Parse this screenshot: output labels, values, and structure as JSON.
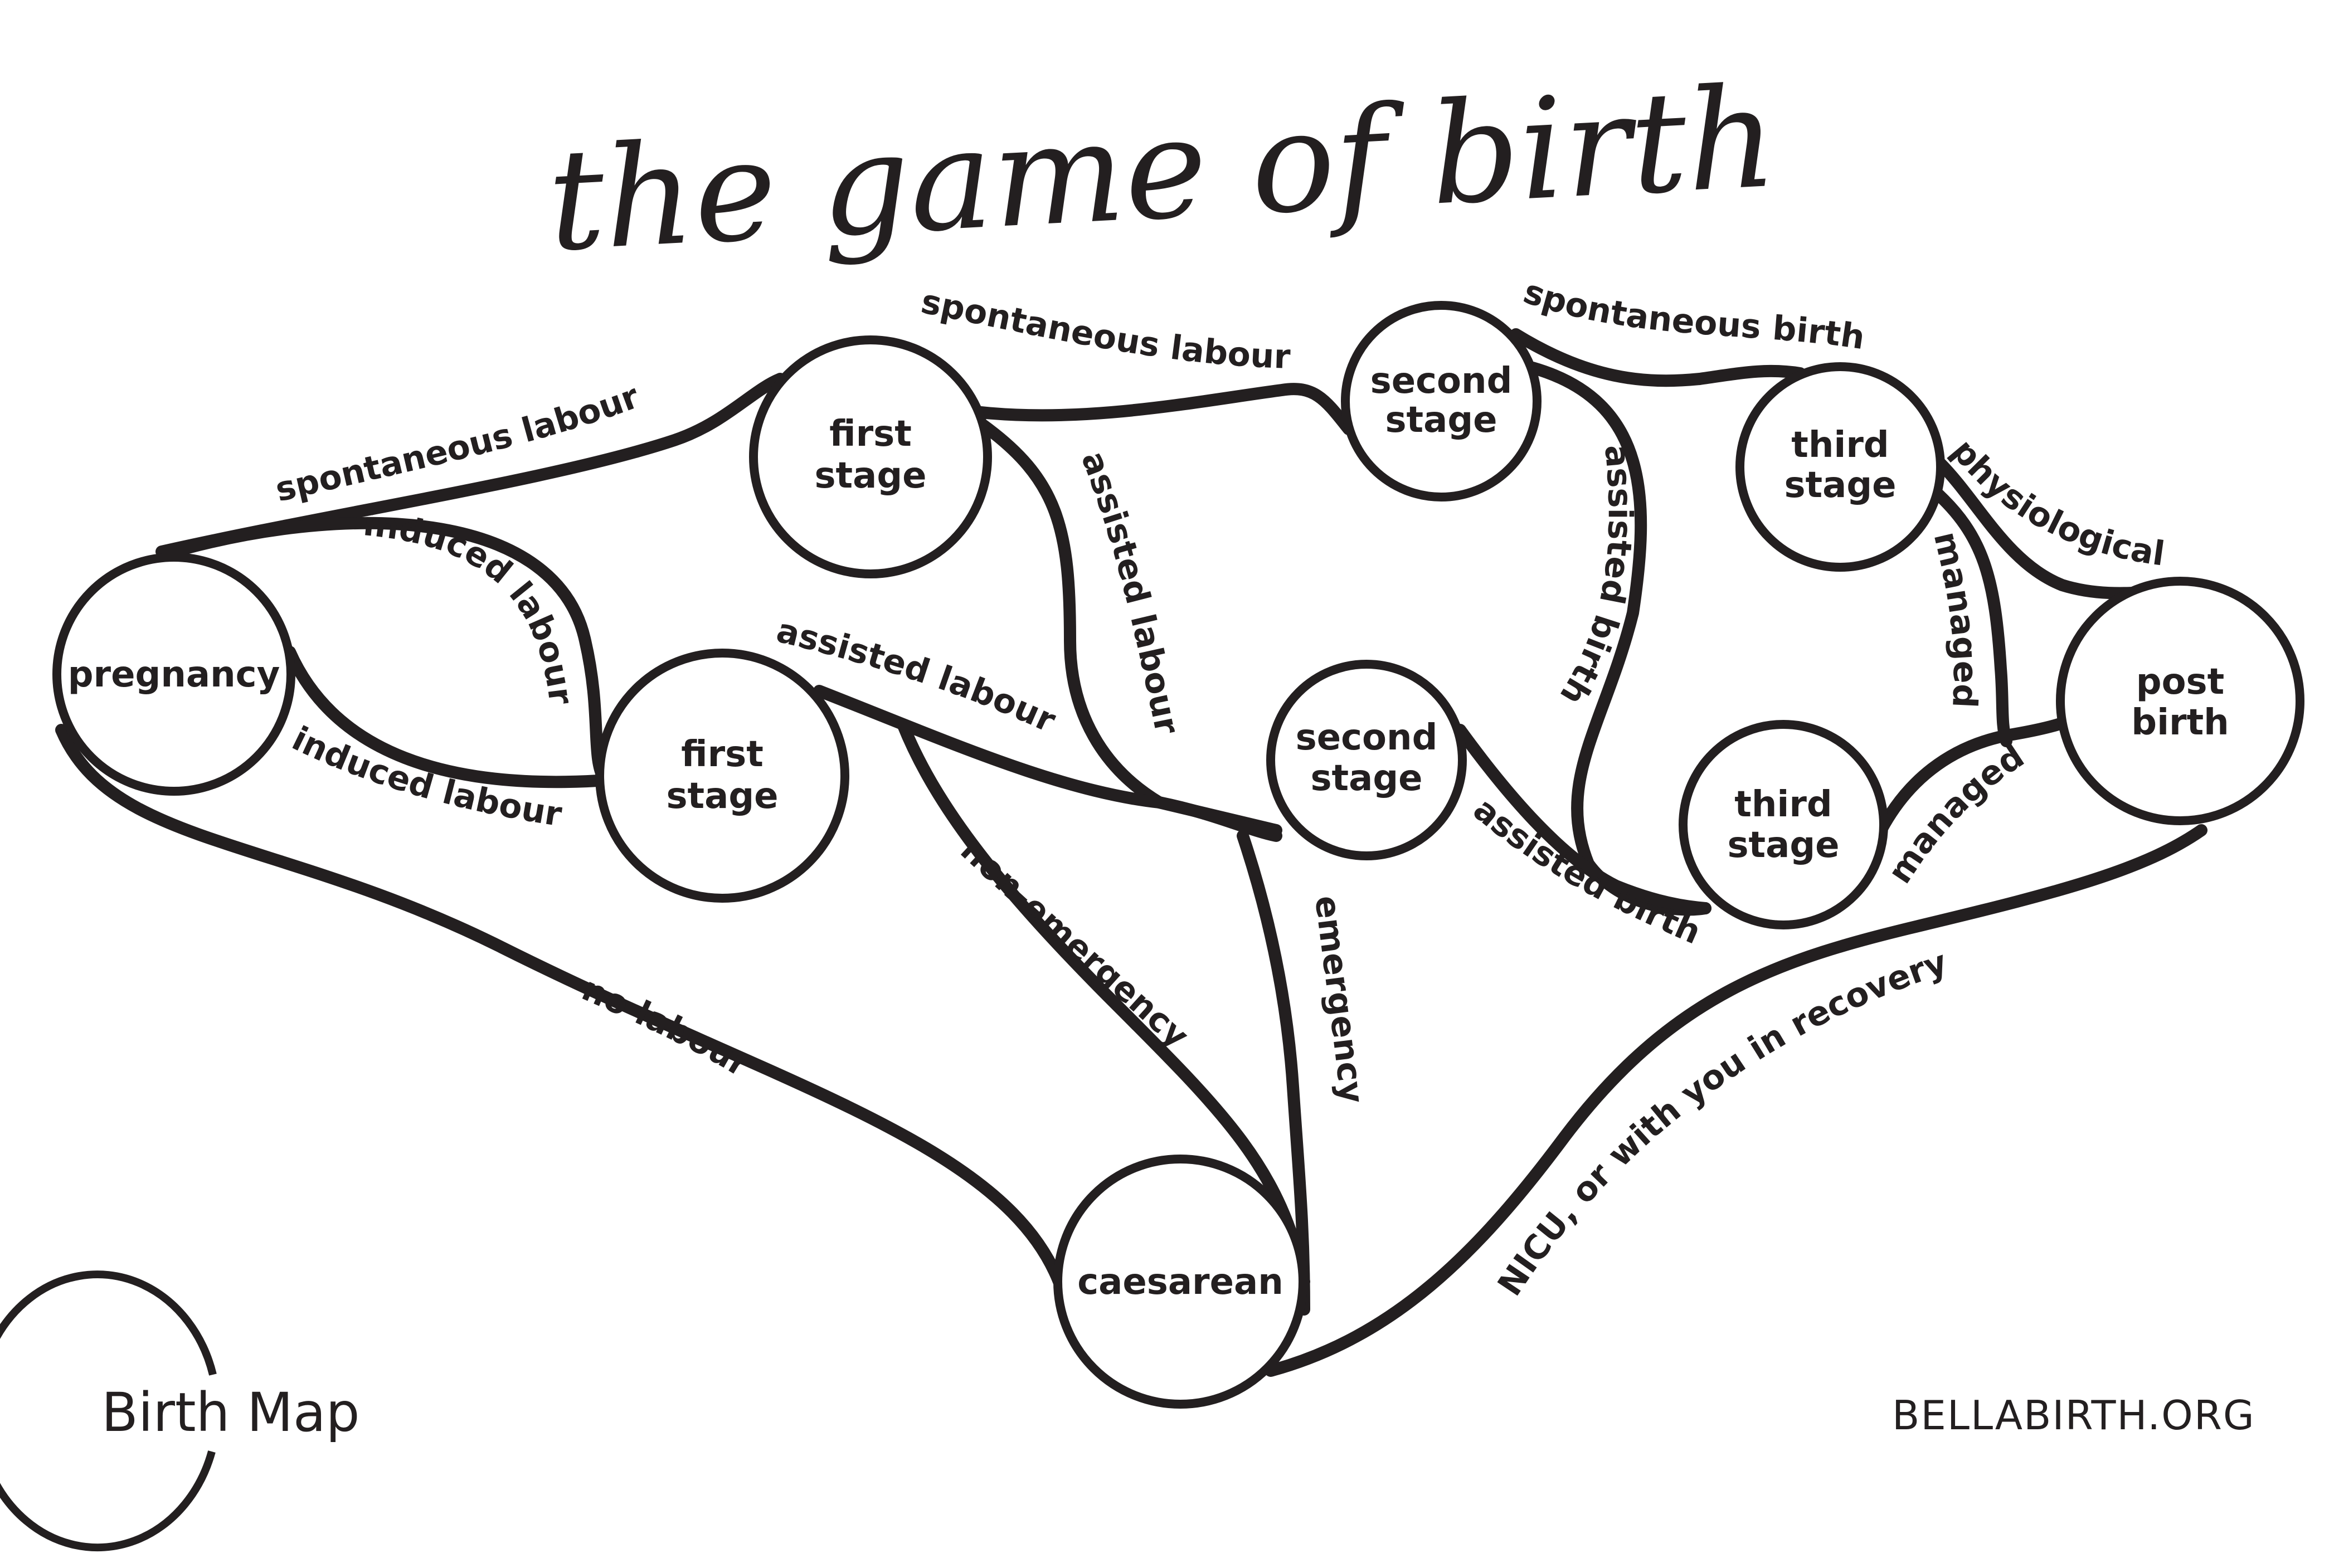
{
  "title": "the game of birth",
  "nodes": {
    "pregnancy": {
      "lines": [
        "pregnancy"
      ]
    },
    "first_stage_a": {
      "lines": [
        "first",
        "stage"
      ]
    },
    "first_stage_b": {
      "lines": [
        "first",
        "stage"
      ]
    },
    "second_stage_a": {
      "lines": [
        "second",
        "stage"
      ]
    },
    "second_stage_b": {
      "lines": [
        "second",
        "stage"
      ]
    },
    "third_stage_a": {
      "lines": [
        "third",
        "stage"
      ]
    },
    "third_stage_b": {
      "lines": [
        "third",
        "stage"
      ]
    },
    "post_birth": {
      "lines": [
        "post",
        "birth"
      ]
    },
    "caesarean": {
      "lines": [
        "caesarean"
      ]
    }
  },
  "edges": [
    {
      "id": "preg-first-a",
      "from": "pregnancy",
      "to": "first_stage_a",
      "label": "spontaneous labour"
    },
    {
      "id": "preg-first-a-induced",
      "from": "pregnancy",
      "to": "first_stage_b",
      "label": "induced labour"
    },
    {
      "id": "preg-first-b",
      "from": "pregnancy",
      "to": "first_stage_b",
      "label": "induced labour"
    },
    {
      "id": "preg-caes",
      "from": "pregnancy",
      "to": "caesarean",
      "label": "no labour"
    },
    {
      "id": "firsta-seconda",
      "from": "first_stage_a",
      "to": "second_stage_a",
      "label": "spontaneous labour"
    },
    {
      "id": "firsta-secondb",
      "from": "first_stage_a",
      "to": "second_stage_b",
      "label": "assisted labour"
    },
    {
      "id": "firstb-secondb",
      "from": "first_stage_b",
      "to": "second_stage_b",
      "label": "assisted labour"
    },
    {
      "id": "firstb-caes",
      "from": "first_stage_b",
      "to": "caesarean",
      "label": "non-emergency"
    },
    {
      "id": "secondb-caes",
      "from": "second_stage_b",
      "to": "caesarean",
      "label": "emergency"
    },
    {
      "id": "seconda-thirda",
      "from": "second_stage_a",
      "to": "third_stage_a",
      "label": "spontaneous birth"
    },
    {
      "id": "seconda-thirdb",
      "from": "second_stage_a",
      "to": "third_stage_b",
      "label": "assisted birth"
    },
    {
      "id": "secondb-thirdb",
      "from": "second_stage_b",
      "to": "third_stage_b",
      "label": "assisted birth"
    },
    {
      "id": "thirda-post-phys",
      "from": "third_stage_a",
      "to": "post_birth",
      "label": "physiological"
    },
    {
      "id": "thirda-post-managed",
      "from": "third_stage_a",
      "to": "post_birth",
      "label": "managed"
    },
    {
      "id": "thirdb-post",
      "from": "third_stage_b",
      "to": "post_birth",
      "label": "managed"
    },
    {
      "id": "caes-post",
      "from": "caesarean",
      "to": "post_birth",
      "label": "NICU, or with you in recovery"
    }
  ],
  "footer": {
    "logo_text": "Birth Map",
    "url": "BELLABIRTH.ORG"
  }
}
